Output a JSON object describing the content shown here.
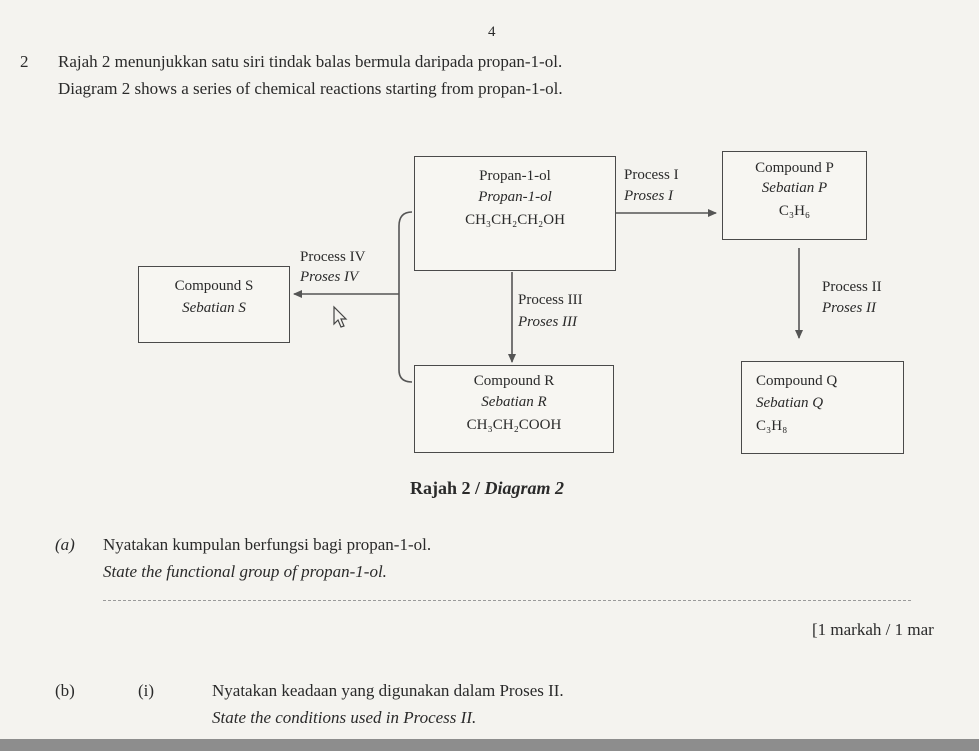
{
  "page_number": "4",
  "question": {
    "number": "2",
    "text_ms": "Rajah 2 menunjukkan satu siri tindak balas bermula daripada propan-1-ol.",
    "text_en": "Diagram 2 shows a series of chemical reactions starting from propan-1-ol."
  },
  "diagram": {
    "propanol": {
      "name": "Propan-1-ol",
      "name_ms": "Propan-1-ol",
      "formula": "CH₃CH₂CH₂OH"
    },
    "compound_p": {
      "name": "Compound P",
      "name_ms": "Sebatian P",
      "formula": "C₃H₆"
    },
    "compound_q": {
      "name": "Compound Q",
      "name_ms": "Sebatian Q",
      "formula": "C₃H₈"
    },
    "compound_r": {
      "name": "Compound R",
      "name_ms": "Sebatian R",
      "formula": "CH₃CH₂COOH"
    },
    "compound_s": {
      "name": "Compound S",
      "name_ms": "Sebatian S"
    },
    "process_1": {
      "label": "Process I",
      "label_ms": "Proses I"
    },
    "process_2": {
      "label": "Process II",
      "label_ms": "Proses II"
    },
    "process_3": {
      "label": "Process III",
      "label_ms": "Proses III"
    },
    "process_4": {
      "label": "Process IV",
      "label_ms": "Proses IV"
    },
    "caption": {
      "ms": "Rajah 2",
      "sep": " / ",
      "en": "Diagram 2"
    }
  },
  "part_a": {
    "label": "(a)",
    "text_ms": "Nyatakan kumpulan berfungsi bagi propan-1-ol.",
    "text_en": "State the functional group of propan-1-ol.",
    "marks": "[1 markah / 1 mar"
  },
  "part_b": {
    "label": "(b)",
    "sub_label": "(i)",
    "text_ms": "Nyatakan keadaan yang digunakan dalam Proses II.",
    "text_en": "State the conditions used in Process II."
  }
}
